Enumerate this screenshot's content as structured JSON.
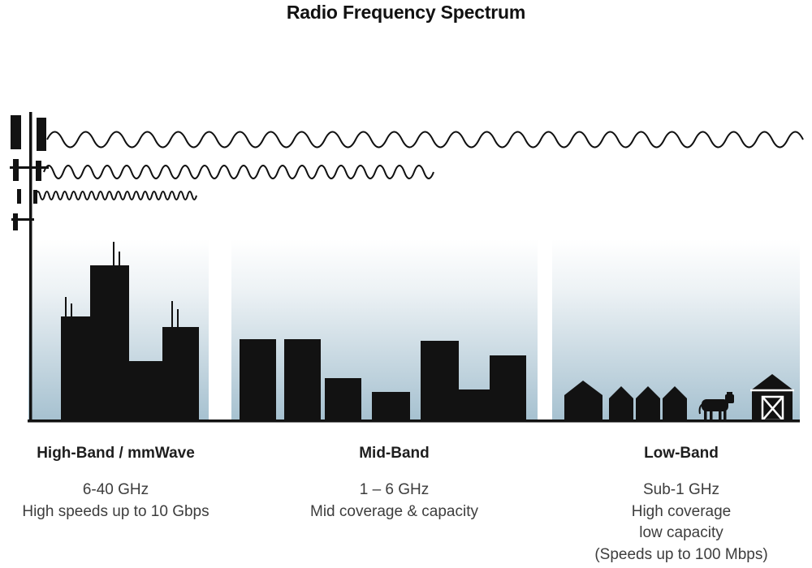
{
  "title": "Radio Frequency Spectrum",
  "bands": [
    {
      "name": "High-Band / mmWave",
      "lines": [
        "6-40 GHz",
        "High speeds up to 10 Gbps"
      ]
    },
    {
      "name": "Mid-Band",
      "lines": [
        "1 – 6 GHz",
        "Mid coverage & capacity"
      ]
    },
    {
      "name": "Low-Band",
      "lines": [
        "Sub-1 GHz",
        "High coverage",
        "low capacity",
        "(Speeds up to 100 Mbps)"
      ]
    }
  ],
  "icons": {
    "cell_tower": "cell-tower-icon",
    "short_wave": "short-wavelength-wave",
    "mid_wave": "mid-wavelength-wave",
    "long_wave": "long-wavelength-wave",
    "city_highband": "skyscraper-skyline",
    "city_midband": "midrise-skyline",
    "rural_lowband": "houses-cow-barn",
    "cow": "cow-icon",
    "barn": "barn-icon"
  },
  "colors": {
    "silhouette": "#121212",
    "sky_top": "#ffffff",
    "sky_mid": "#edf2f5",
    "sky_bottom": "#a6c1d0",
    "text": "#3a3a3a"
  }
}
